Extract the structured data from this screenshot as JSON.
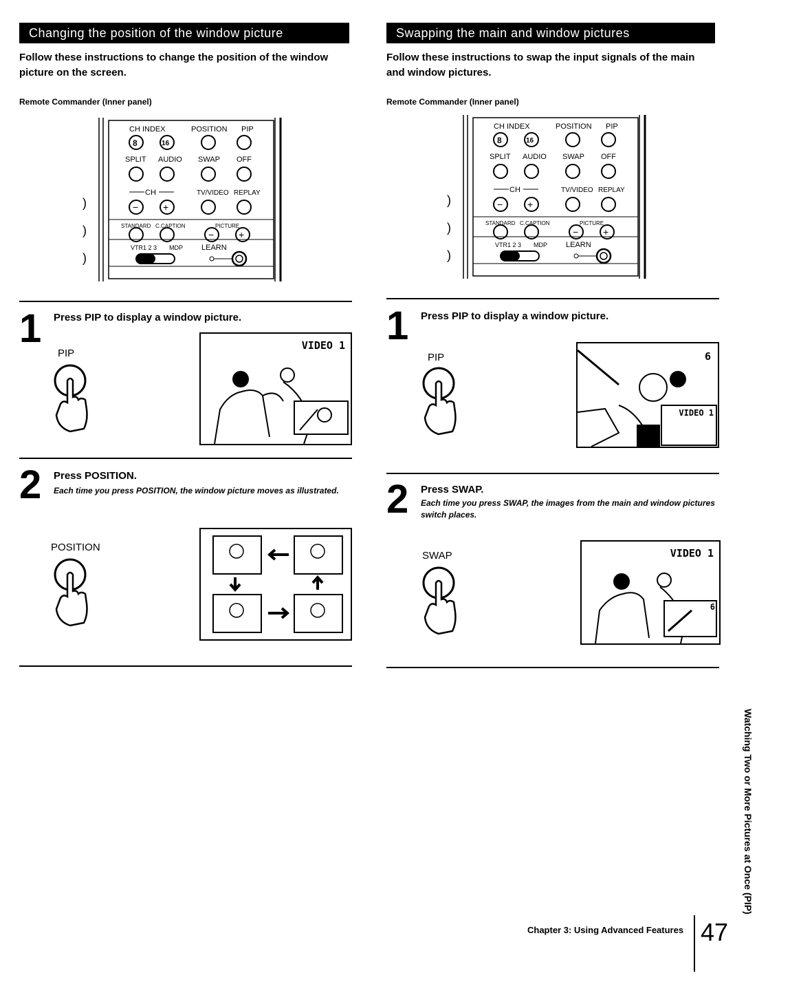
{
  "left": {
    "banner": "Changing the position of the window picture",
    "intro": "Follow these instructions to change the position of the window picture on the screen.",
    "remote_title": "Remote Commander (Inner panel)",
    "step1": {
      "number": "1",
      "text": "Press PIP to display a window picture.",
      "button": "PIP",
      "osd": "VIDEO 1"
    },
    "step2": {
      "number": "2",
      "text": "Press POSITION.",
      "note": "Each time you press POSITION, the window picture moves as illustrated.",
      "button": "POSITION"
    }
  },
  "right": {
    "banner": "Swapping the main and window pictures",
    "intro": "Follow these instructions to swap the input signals of the main and window pictures.",
    "remote_title": "Remote Commander (Inner panel)",
    "step1": {
      "number": "1",
      "text": "Press PIP to display a window picture.",
      "button": "PIP",
      "osd_main": "6",
      "osd_window": "VIDEO 1"
    },
    "step2": {
      "number": "2",
      "text": "Press SWAP.",
      "note": "Each time you press SWAP, the images from the main and window pictures switch places.",
      "button": "SWAP",
      "osd": "VIDEO 1",
      "osd_window": "6"
    }
  },
  "remote": {
    "row1": [
      "CH INDEX",
      "POSITION",
      "PIP"
    ],
    "row1_buttons": [
      "8",
      "16"
    ],
    "row2": [
      "SPLIT",
      "AUDIO",
      "SWAP",
      "OFF"
    ],
    "row3": [
      "CH",
      "TV/VIDEO",
      "REPLAY"
    ],
    "row3_buttons": [
      "−",
      "+"
    ],
    "row4": [
      "STANDARD",
      "C.CAPTION",
      "PICTURE"
    ],
    "row4_buttons": [
      "−",
      "+"
    ],
    "row5": [
      "VTR1 2 3",
      "MDP",
      "LEARN"
    ]
  },
  "footer": {
    "chapter": "Chapter 3: Using Advanced Features",
    "page": "47",
    "side_tab": "Watching Two or More Pictures at Once (PIP)"
  }
}
